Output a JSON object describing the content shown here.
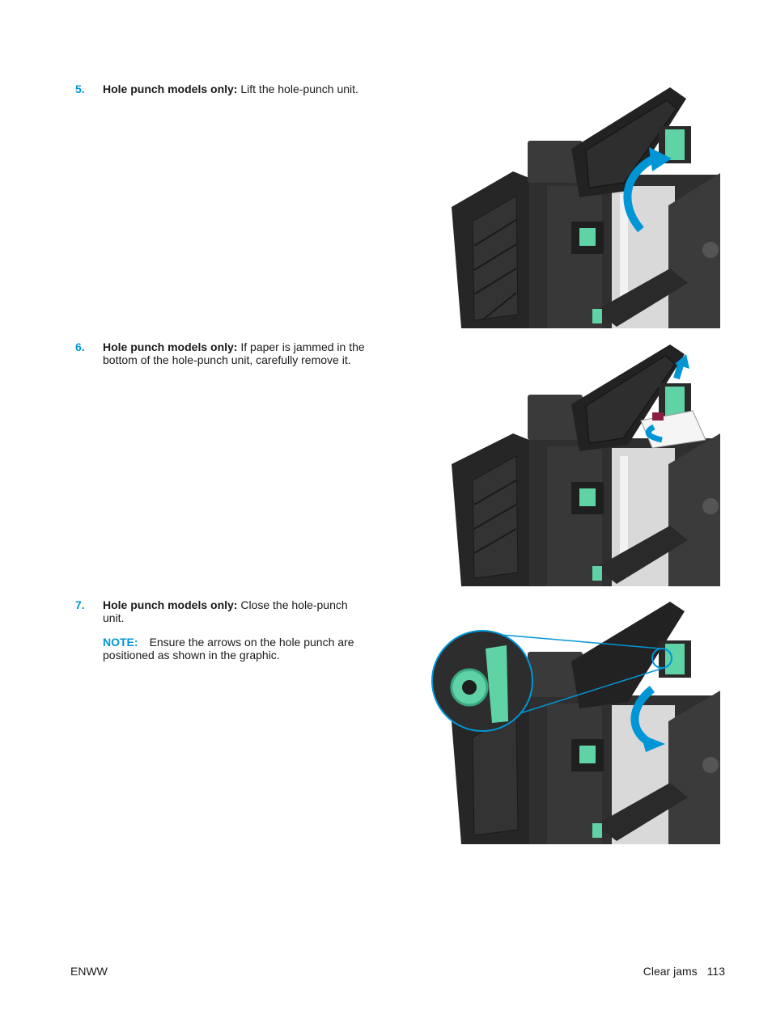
{
  "steps": [
    {
      "number": "5.",
      "lead": "Hole punch models only:",
      "text": " Lift the hole-punch unit."
    },
    {
      "number": "6.",
      "lead": "Hole punch models only:",
      "text": " If paper is jammed in the bottom of the hole-punch unit, carefully remove it."
    },
    {
      "number": "7.",
      "lead": "Hole punch models only:",
      "text": " Close the hole-punch unit.",
      "note_label": "NOTE:",
      "note_text": "Ensure the arrows on the hole punch are positioned as shown in the graphic."
    }
  ],
  "footer": {
    "left": "ENWW",
    "section": "Clear jams",
    "page": "113"
  },
  "colors": {
    "accent_blue": "#0096d6",
    "part_green": "#5fd3a6",
    "printer_dark": "#2b2b2b"
  }
}
